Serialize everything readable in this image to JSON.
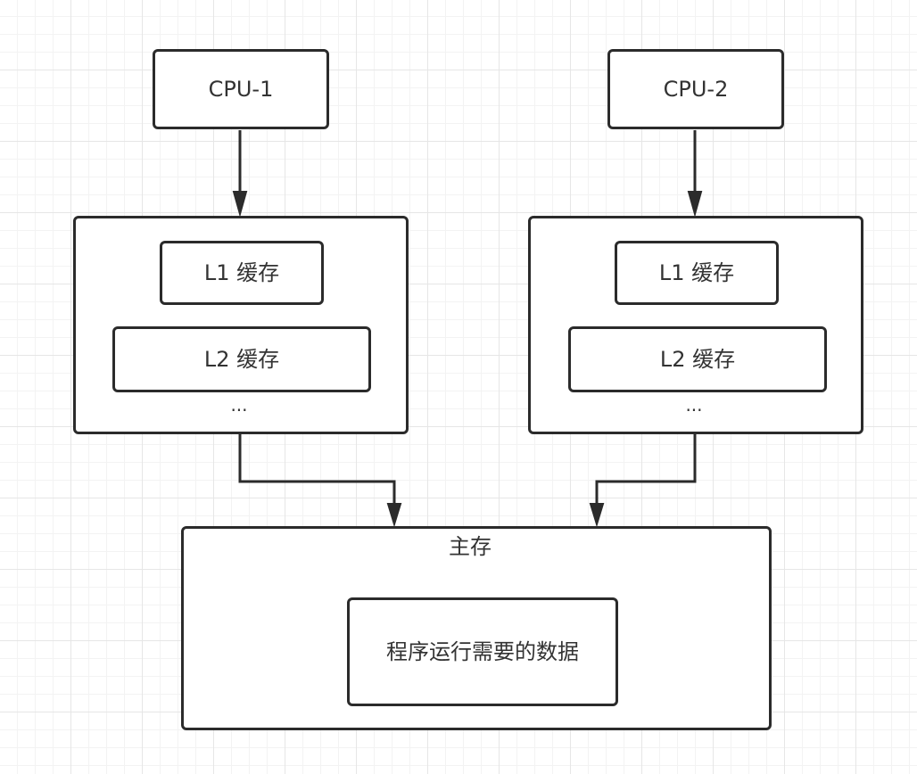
{
  "diagram": {
    "cpu1": {
      "label": "CPU-1"
    },
    "cpu2": {
      "label": "CPU-2"
    },
    "cache_group_1": {
      "l1_label": "L1 缓存",
      "l2_label": "L2 缓存",
      "more_label": "..."
    },
    "cache_group_2": {
      "l1_label": "L1 缓存",
      "l2_label": "L2 缓存",
      "more_label": "..."
    },
    "main_memory": {
      "title": "主存",
      "data_label": "程序运行需要的数据"
    },
    "colors": {
      "stroke": "#2b2b2b",
      "text": "#333333",
      "grid": "#e6e6e6",
      "background": "#ffffff"
    }
  }
}
